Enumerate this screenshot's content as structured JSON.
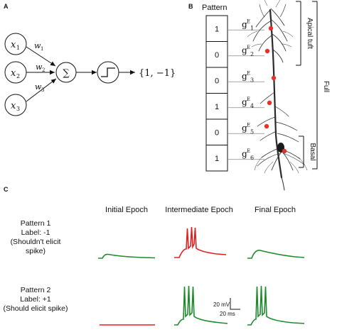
{
  "panels": {
    "a": "A",
    "b": "B",
    "c": "C"
  },
  "perceptron": {
    "inputs": [
      {
        "base": "x",
        "sub": "1"
      },
      {
        "base": "x",
        "sub": "2"
      },
      {
        "base": "x",
        "sub": "3"
      }
    ],
    "weights": [
      {
        "base": "w",
        "sub": "1"
      },
      {
        "base": "w",
        "sub": "2"
      },
      {
        "base": "w",
        "sub": "3"
      }
    ],
    "sum_symbol": "∑",
    "output": "{1, −1}"
  },
  "pattern": {
    "title": "Pattern",
    "values": [
      "1",
      "0",
      "0",
      "1",
      "0",
      "1"
    ]
  },
  "conductances": [
    {
      "g": "g",
      "sup": "E",
      "sub": "1"
    },
    {
      "g": "g",
      "sup": "E",
      "sub": "2"
    },
    {
      "g": "g",
      "sup": "E",
      "sub": "3"
    },
    {
      "g": "g",
      "sup": "E",
      "sub": "4"
    },
    {
      "g": "g",
      "sup": "E",
      "sub": "5"
    },
    {
      "g": "g",
      "sup": "E",
      "sub": "6"
    }
  ],
  "regions": {
    "apical": "Apical tuft",
    "full": "Full",
    "basal": "Basal"
  },
  "epochs": [
    "Initial Epoch",
    "Intermediate Epoch",
    "Final Epoch"
  ],
  "patterns": [
    {
      "name": "Pattern 1",
      "label": "Label: -1",
      "note1": "(Shouldn't elicit",
      "note2": "spike)"
    },
    {
      "name": "Pattern 2",
      "label": "Label: +1",
      "note1": "(Should elicit spike)",
      "note2": ""
    }
  ],
  "scalebar": {
    "voltage": "20 mV",
    "time": "20 ms"
  },
  "colors": {
    "green": "#1e8a2c",
    "red": "#e02020",
    "synapse": "#e8302a",
    "ink": "#111111"
  }
}
